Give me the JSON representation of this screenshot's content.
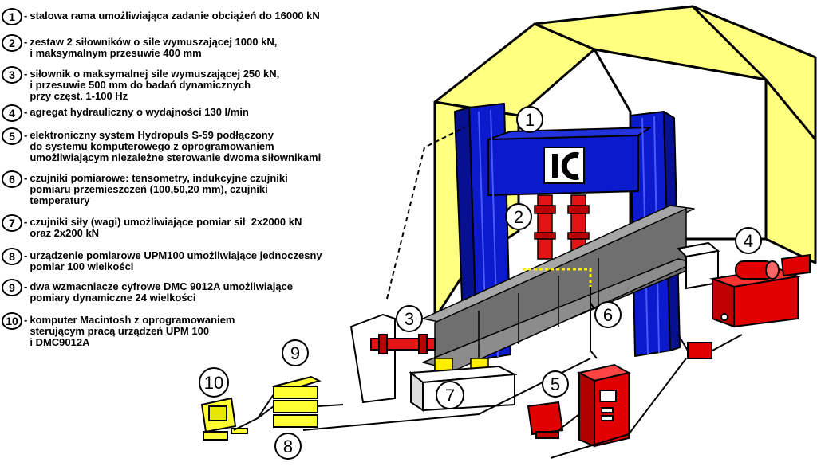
{
  "legend": [
    {
      "num": "1",
      "text": "stalowa rama umożliwiająca zadanie obciążeń do 16000 kN"
    },
    {
      "num": "2",
      "text": "zestaw 2 siłowników o sile wymuszającej 1000 kN,\ni maksymalnym przesuwie 400 mm"
    },
    {
      "num": "3",
      "text": "siłownik o maksymalnej sile wymuszającej 250 kN,\ni przesuwie 500 mm do badań dynamicznych\nprzy częst. 1-100 Hz"
    },
    {
      "num": "4",
      "text": "agregat hydrauliczny o wydajności 130 l/min"
    },
    {
      "num": "5",
      "text": "elektroniczny system Hydropuls S-59 podłączony\ndo systemu komputerowego z oprogramowaniem\numożliwiającym niezależne sterowanie dwoma siłownikami"
    },
    {
      "num": "6",
      "text": "czujniki pomiarowe: tensometry, indukcyjne czujniki\npomiaru przemieszczeń (100,50,20 mm), czujniki\ntemperatury"
    },
    {
      "num": "7",
      "text": "czujniki siły (wagi) umożliwiające pomiar sił  2x2000 kN\noraz 2x200 kN"
    },
    {
      "num": "8",
      "text": "urządzenie pomiarowe UPM100 umożliwiające jednoczesny\npomiar 100 wielkości"
    },
    {
      "num": "9",
      "text": "dwa wzmacniacze cyfrowe DMC 9012A umożliwiające\npomiary dynamiczne 24 wielkości"
    },
    {
      "num": "10",
      "text": "komputer Macintosh z oprogramowaniem\nsterującym pracą urządzeń UPM 100\ni DMC9012A"
    }
  ],
  "callouts": [
    "1",
    "2",
    "3",
    "4",
    "5",
    "6",
    "7",
    "8",
    "9",
    "10"
  ],
  "logo_text": "IC",
  "colors": {
    "shelter": "#ffff80",
    "frame": "#0a1acc",
    "actuator": "#e41414",
    "equipment": "#e00000",
    "amplifier": "#ffff33",
    "beam": "#8c8c8c",
    "sensor": "#ffee00"
  }
}
